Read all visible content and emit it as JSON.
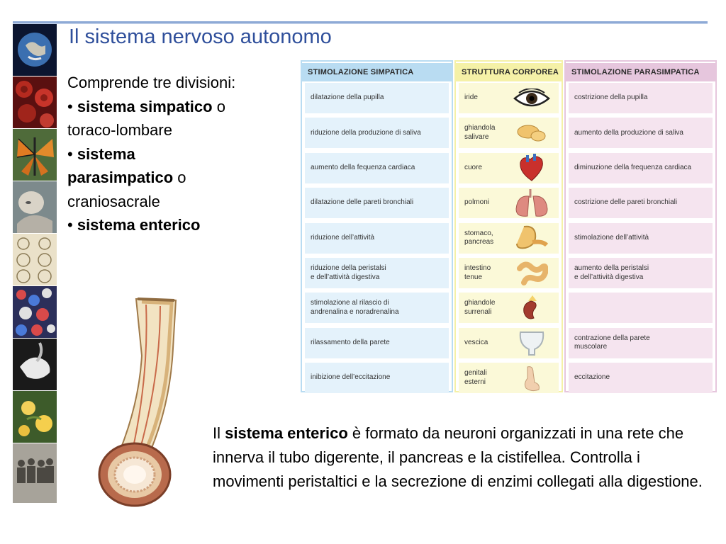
{
  "slide": {
    "title": "Il sistema nervoso autonomo"
  },
  "bullets": {
    "intro": "Comprende tre divisioni:",
    "b1_bold": "sistema simpatico",
    "b1_rest": " o",
    "b1_line2": "toraco-lombare",
    "b2_bold_a": "sistema",
    "b2_bold_b": "parasimpatico",
    "b2_rest": " o",
    "b2_line3": "craniosacrale",
    "b3_bold": "sistema enterico",
    "bullet_char": "•"
  },
  "table": {
    "headers": {
      "sympathetic": "STIMOLAZIONE SIMPATICA",
      "body": "STRUTTURA CORPOREA",
      "parasympathetic": "STIMOLAZIONE PARASIMPATICA"
    },
    "rows": [
      {
        "sympathetic": "dilatazione della pupilla",
        "structure": "iride",
        "icon": "eye-icon",
        "parasympathetic": "costrizione della pupilla"
      },
      {
        "sympathetic": "riduzione della produzione di saliva",
        "structure": "ghiandola\nsalivare",
        "icon": "salivary-gland-icon",
        "parasympathetic": "aumento della produzione di saliva"
      },
      {
        "sympathetic": "aumento della fequenza cardiaca",
        "structure": "cuore",
        "icon": "heart-icon",
        "parasympathetic": "diminuzione della frequenza cardiaca"
      },
      {
        "sympathetic": "dilatazione delle pareti bronchiali",
        "structure": "polmoni",
        "icon": "lungs-icon",
        "parasympathetic": "costrizione delle pareti bronchiali"
      },
      {
        "sympathetic": "riduzione dell’attività",
        "structure": "stomaco,\npancreas",
        "icon": "stomach-icon",
        "parasympathetic": "stimolazione dell’attività"
      },
      {
        "sympathetic": "riduzione della peristalsi\ne dell’attività digestiva",
        "structure": "intestino\ntenue",
        "icon": "intestine-icon",
        "parasympathetic": "aumento della peristalsi\ne dell’attività digestiva"
      },
      {
        "sympathetic": "stimolazione al rilascio di\nandrenalina e noradrenalina",
        "structure": "ghiandole\nsurrenali",
        "icon": "kidney-icon",
        "parasympathetic": ""
      },
      {
        "sympathetic": "rilassamento della parete",
        "structure": "vescica",
        "icon": "bladder-icon",
        "parasympathetic": "contrazione della parete\nmuscolare"
      },
      {
        "sympathetic": "inibizione dell’eccitazione",
        "structure": "genitali\nesterni",
        "icon": "genitals-icon",
        "parasympathetic": "eccitazione"
      }
    ]
  },
  "paragraph": {
    "prefix": "Il ",
    "bold": "sistema enterico",
    "rest": " è formato da neuroni organizzati in una rete che innerva il tubo digerente, il pancreas e la cistifellea. Controlla i movimenti peristaltici e la secrezione di enzimi collegati alla digestione."
  },
  "colors": {
    "title": "#2f4f9b",
    "sympathetic_header": "#b9dcf2",
    "body_header": "#f5f1a7",
    "parasympathetic_header": "#e6c6dd"
  }
}
